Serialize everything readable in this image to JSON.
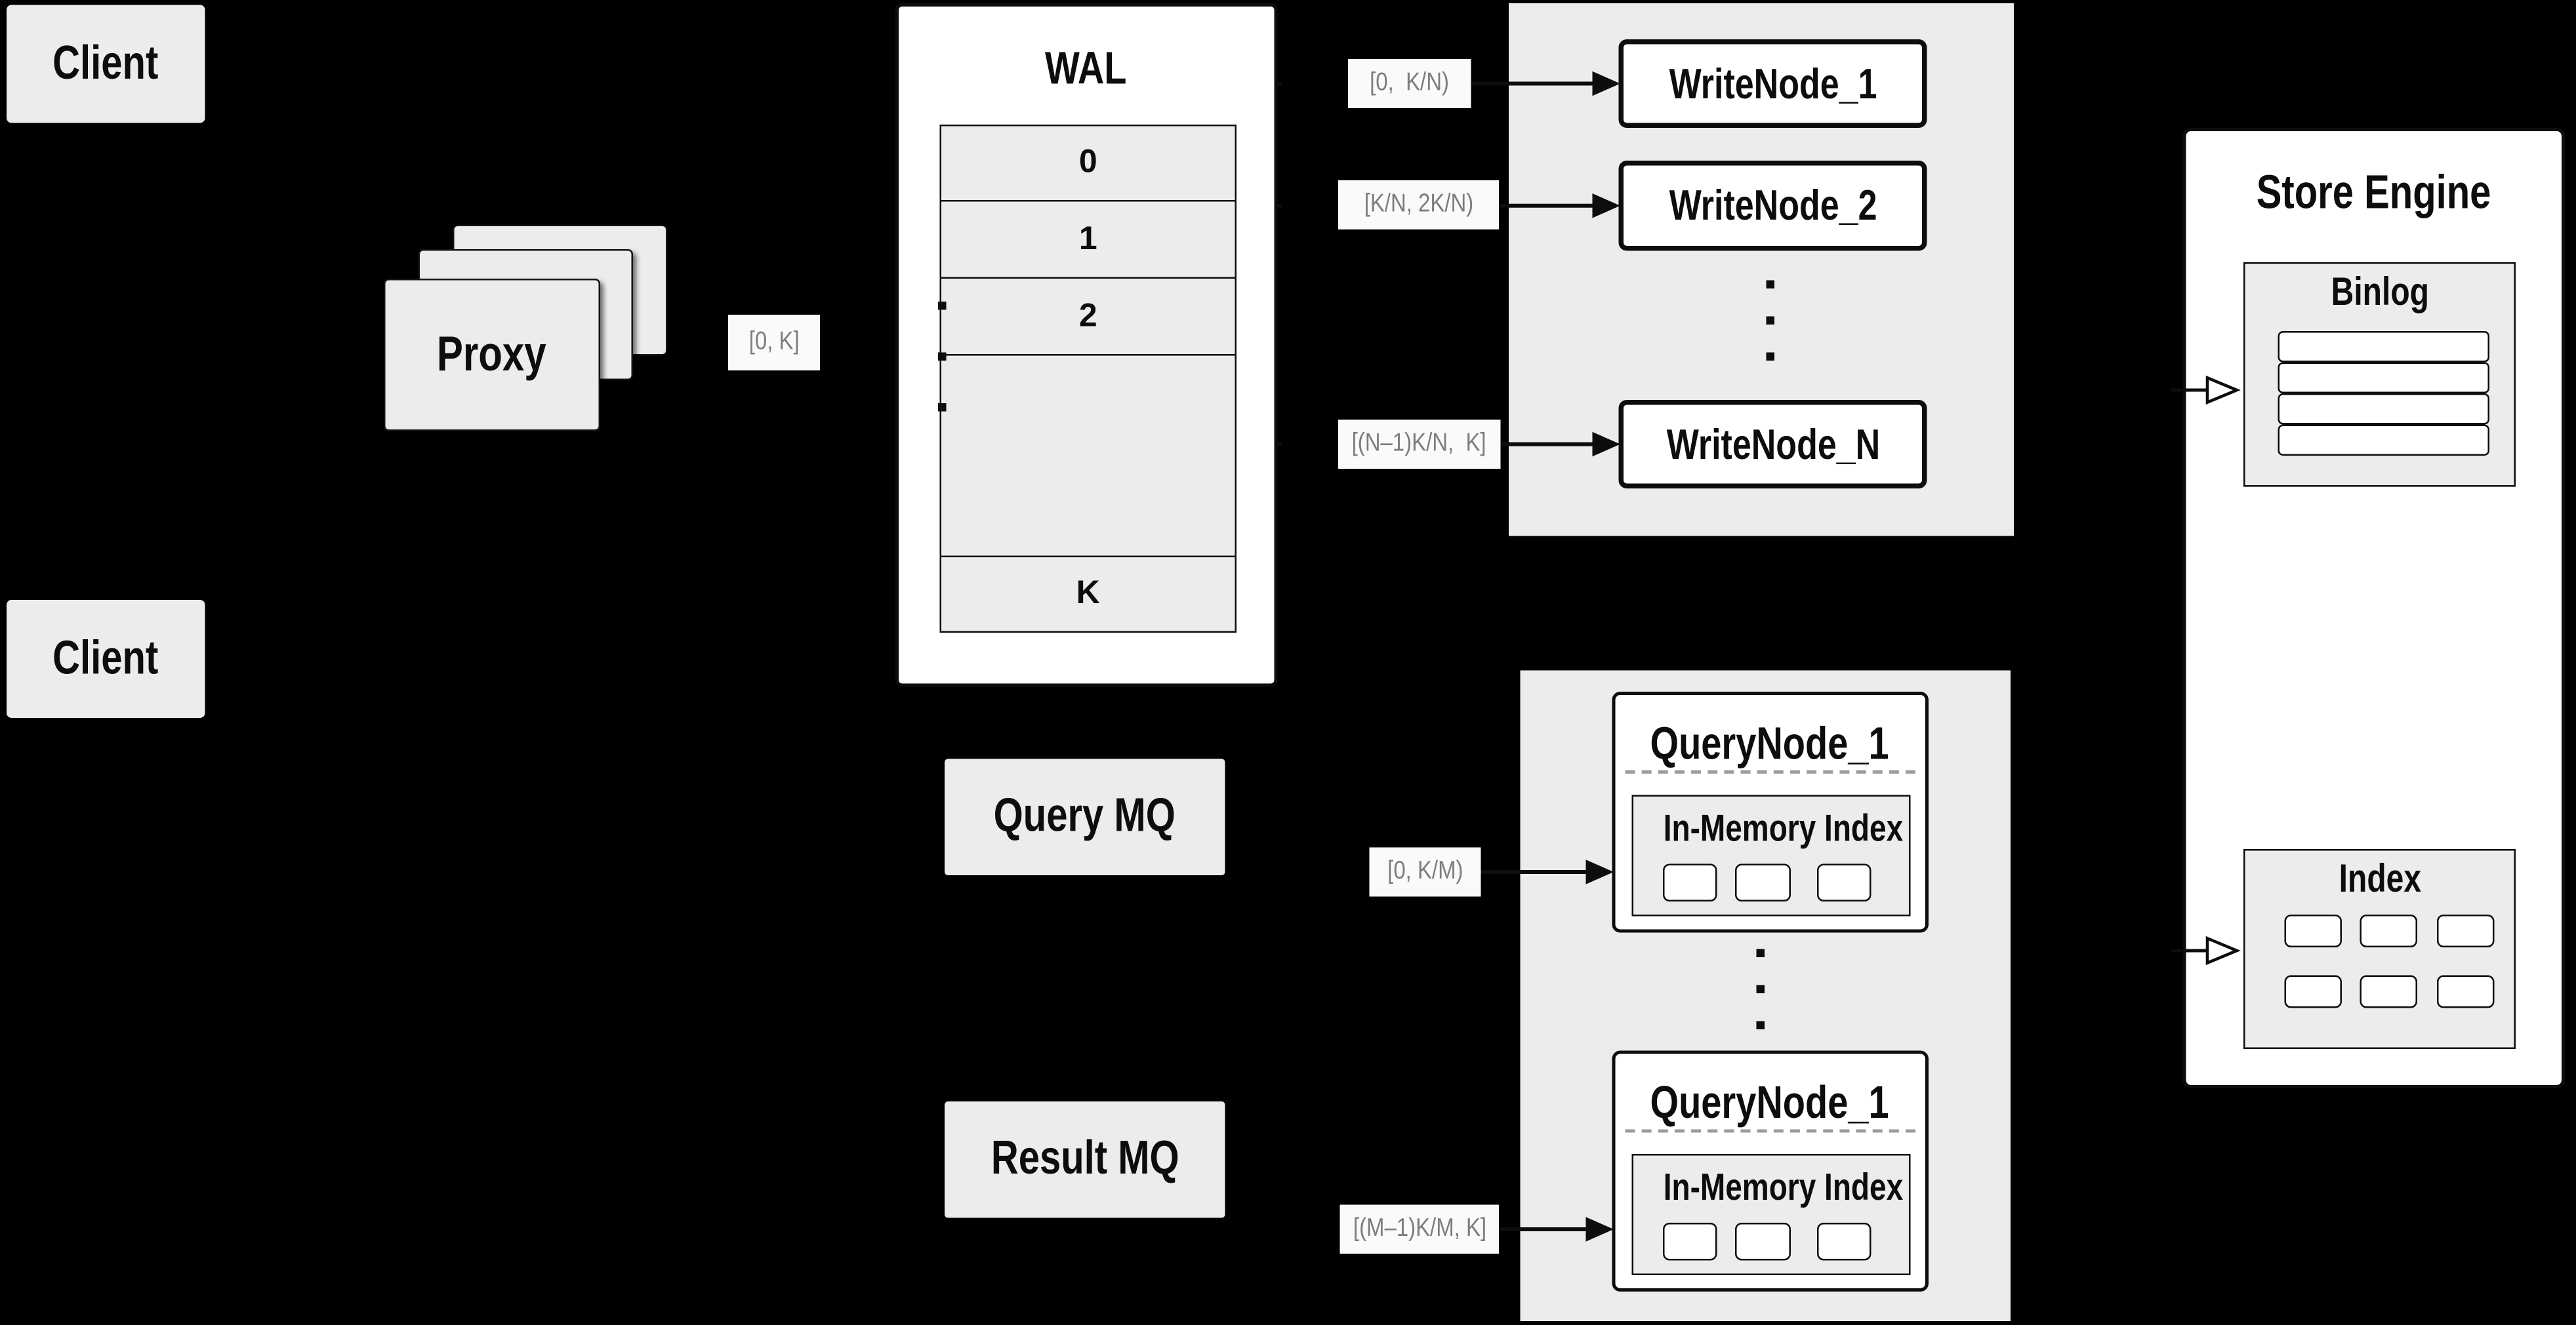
{
  "clients": {
    "top": "Client",
    "bottom": "Client"
  },
  "proxy": {
    "label": "Proxy"
  },
  "wal": {
    "title": "WAL",
    "segments": [
      "0",
      "1",
      "2",
      "K"
    ]
  },
  "write_group": {
    "nodes": [
      "WriteNode_1",
      "WriteNode_2",
      "WriteNode_N"
    ]
  },
  "query_group": {
    "nodes": [
      {
        "title": "QueryNode_1",
        "inner_title": "In-Memory Index"
      },
      {
        "title": "QueryNode_1",
        "inner_title": "In-Memory Index"
      }
    ]
  },
  "mq": {
    "query": "Query MQ",
    "result": "Result MQ"
  },
  "store_engine": {
    "title": "Store Engine",
    "binlog": {
      "title": "Binlog",
      "rows": 4
    },
    "index": {
      "title": "Index",
      "cells": 6
    }
  },
  "range_labels": {
    "proxy_out": "[0, K]",
    "write": [
      "[0,  K/N)",
      "[K/N, 2K/N)",
      "[(N–1)K/N,  K]"
    ],
    "query": [
      "[0, K/M)",
      "[(M–1)K/M, K]"
    ]
  },
  "colors": {
    "background": "#000000",
    "panel_gray": "#ececec",
    "box_white": "#ffffff",
    "line_black": "#0d0d0d",
    "label_text": "#7d7d7d",
    "label_bg": "#fafafa",
    "dash_gray": "#9c9c9c"
  }
}
